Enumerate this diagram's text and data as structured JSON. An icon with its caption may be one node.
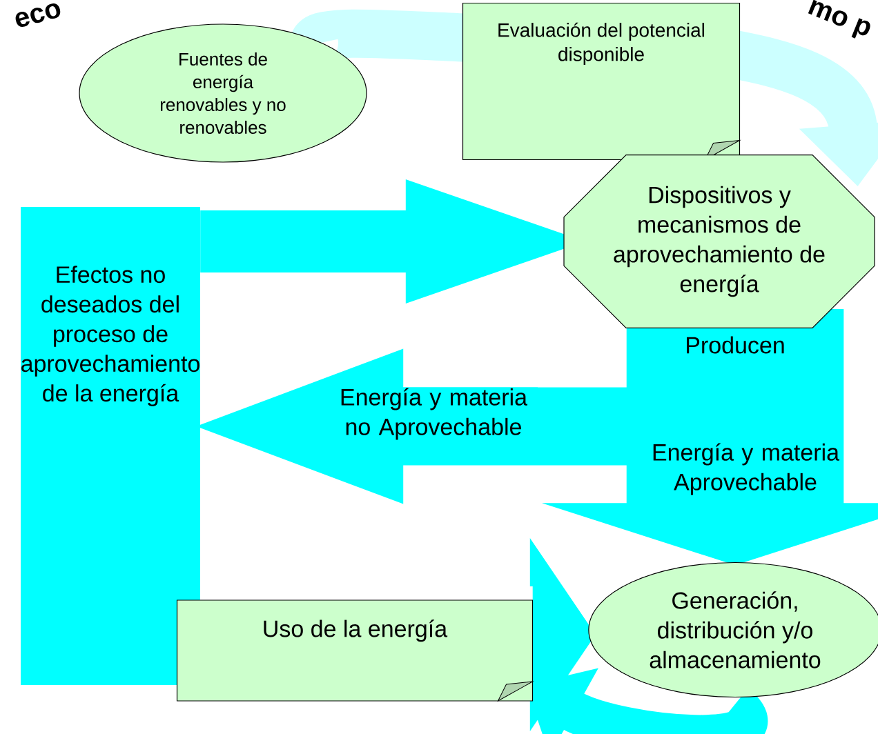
{
  "diagram": {
    "nodes": [
      {
        "text": [
          "Fuentes de energía renovables y no renovables"
        ]
      },
      {
        "text": [
          "Evaluación del potencial disponible"
        ]
      },
      {
        "text": [
          "Dispositivos y mecanismos de aprovechamiento de energía"
        ]
      },
      {
        "text": [
          "Efectos no deseados del proceso de aprovechamiento de la energía"
        ]
      },
      {
        "text": [
          "Uso de la energía"
        ]
      },
      {
        "text": [
          "Generación, distribución y/o almacenamiento"
        ]
      }
    ],
    "edges": [
      {
        "from": 0,
        "to": 1,
        "arrow": "none",
        "color": "#ccffff"
      },
      {
        "from": 1,
        "to": 2,
        "arrow": "to",
        "color": "#ccffff"
      },
      {
        "from": 3,
        "to": 2,
        "arrow": "to"
      },
      {
        "from": 2,
        "to": 5,
        "arrow": "to",
        "label": "Producen",
        "style": "thick"
      },
      {
        "from": null,
        "to": 3,
        "arrow": "to",
        "label": "Energía y materia no Aprovechable"
      },
      {
        "from": 4,
        "to": 5,
        "arrow": "to"
      },
      {
        "from": 5,
        "to": 4,
        "arrow": "to",
        "color": "#00ffff"
      }
    ],
    "labels": [
      "eco",
      "mo p",
      "Energía y materia Aprovechable"
    ]
  }
}
